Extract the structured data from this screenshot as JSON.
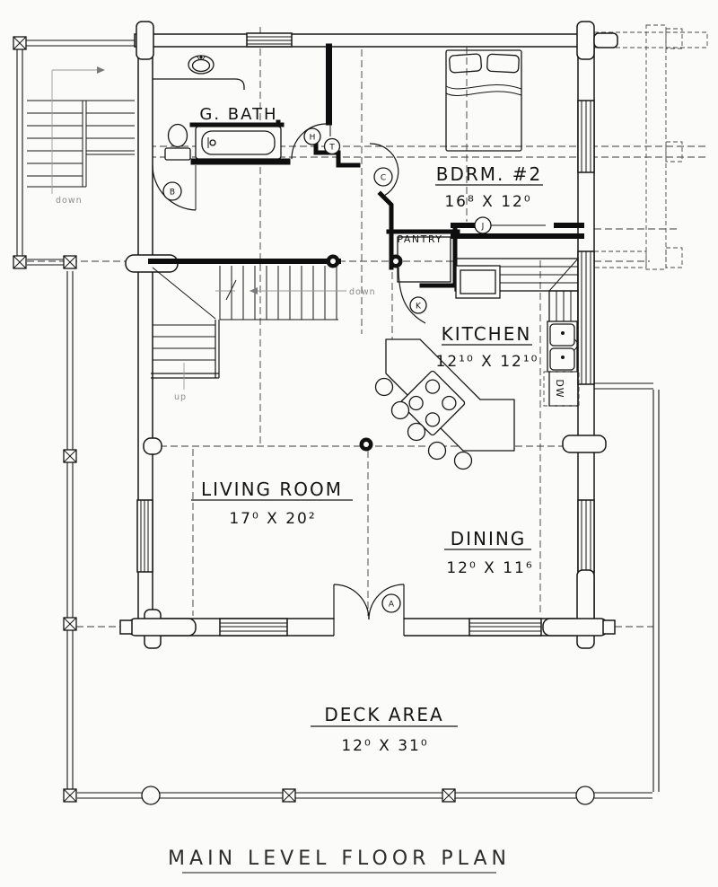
{
  "page": {
    "title": "MAIN LEVEL FLOOR PLAN"
  },
  "rooms": {
    "bath": {
      "name": "G.  BATH"
    },
    "bedroom": {
      "name": "BDRM.  #2",
      "dims": "16⁸  X  12⁰"
    },
    "pantry": {
      "name": "PANTRY"
    },
    "kitchen": {
      "name": "KITCHEN",
      "dims": "12¹⁰  X  12¹⁰"
    },
    "living": {
      "name": "LIVING  ROOM",
      "dims": "17⁰  X  20²"
    },
    "dining": {
      "name": "DINING",
      "dims": "12⁰  X  11⁶"
    },
    "deck": {
      "name": "DECK  AREA",
      "dims": "12⁰  X  31⁰"
    }
  },
  "stairs": {
    "exterior_down_label": "down",
    "interior_down_label": "down",
    "interior_up_label": "up"
  },
  "door_tags": {
    "a": "A",
    "b": "B",
    "c": "C",
    "h": "H",
    "t": "T",
    "j": "J",
    "k": "K"
  },
  "appliances": {
    "dishwasher_label": "DW"
  },
  "colors": {
    "ink": "#161616",
    "paper": "#fbfbf9",
    "faint_text": "#8c8c8c"
  }
}
